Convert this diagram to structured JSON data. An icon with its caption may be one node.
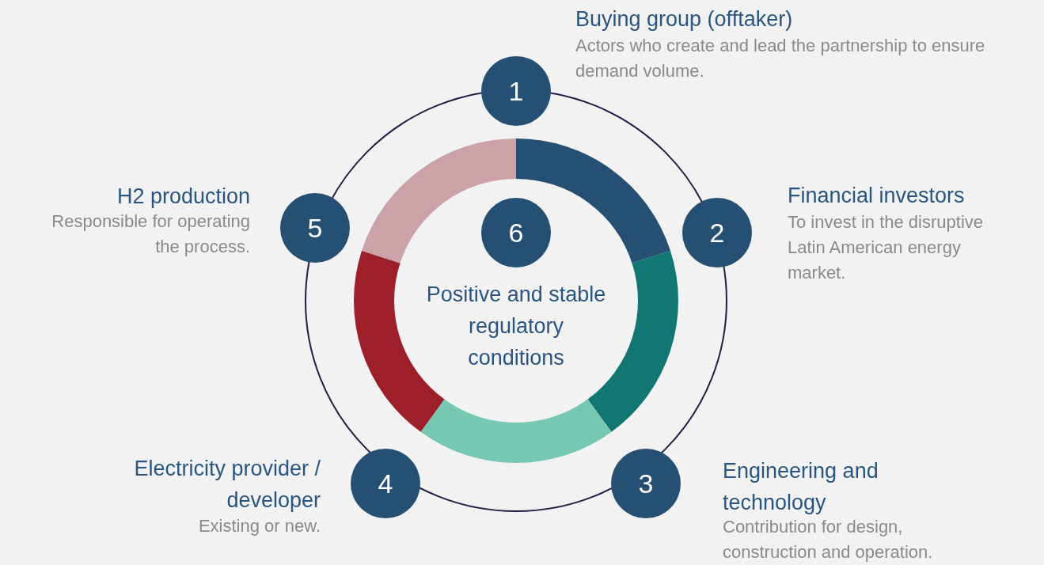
{
  "diagram": {
    "nodes": [
      {
        "text": [
          "1"
        ],
        "beside": [
          "Buying group (offtaker)",
          "Actors who create and lead the partnership to ensure demand volume."
        ]
      },
      {
        "text": [
          "2"
        ],
        "beside": [
          "Financial investors",
          "To invest in the disruptive Latin American energy market."
        ]
      },
      {
        "text": [
          "3"
        ],
        "beside": [
          "Engineering and technology",
          "Contribution for design, construction and operation."
        ]
      },
      {
        "text": [
          "4"
        ],
        "beside": [
          "Electricity provider / developer",
          "Existing or new."
        ]
      },
      {
        "text": [
          "5"
        ],
        "beside": [
          "H2 production",
          "Responsible for operating the process."
        ]
      },
      {
        "text": [
          "6"
        ],
        "beside": [
          "Positive and stable regulatory conditions"
        ]
      }
    ],
    "edges": []
  }
}
